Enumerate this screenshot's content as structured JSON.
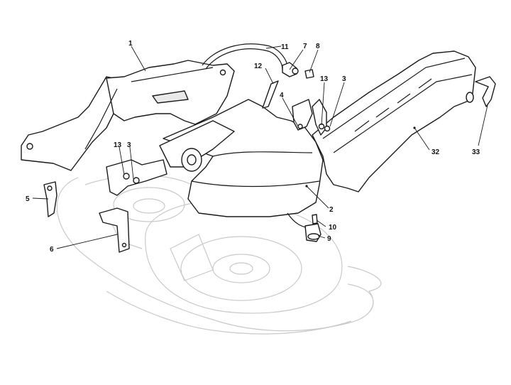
{
  "diagram": {
    "callouts": [
      {
        "id": "c1",
        "label": "1"
      },
      {
        "id": "c2",
        "label": "2"
      },
      {
        "id": "c3a",
        "label": "3"
      },
      {
        "id": "c3b",
        "label": "3"
      },
      {
        "id": "c4",
        "label": "4"
      },
      {
        "id": "c5",
        "label": "5"
      },
      {
        "id": "c6",
        "label": "6"
      },
      {
        "id": "c7",
        "label": "7"
      },
      {
        "id": "c8",
        "label": "8"
      },
      {
        "id": "c9",
        "label": "9"
      },
      {
        "id": "c10",
        "label": "10"
      },
      {
        "id": "c11",
        "label": "11"
      },
      {
        "id": "c12",
        "label": "12"
      },
      {
        "id": "c13a",
        "label": "13"
      },
      {
        "id": "c13b",
        "label": "13"
      },
      {
        "id": "c32",
        "label": "32"
      },
      {
        "id": "c33",
        "label": "33"
      }
    ]
  }
}
